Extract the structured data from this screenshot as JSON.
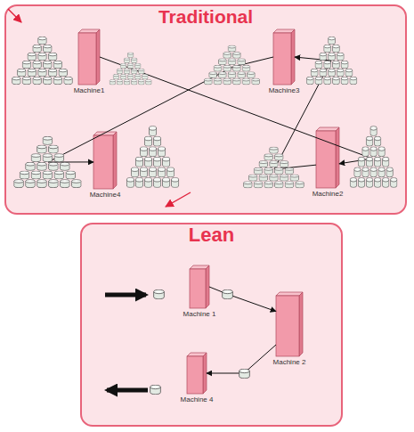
{
  "diagram": {
    "nodes": [
      {
        "text": [
          "Traditional"
        ]
      },
      {
        "text": [
          "Machine1"
        ],
        "in": 0
      },
      {
        "text": [
          "Machine3"
        ],
        "in": 0
      },
      {
        "text": [
          "Machine4"
        ],
        "in": 0
      },
      {
        "text": [
          "Machine2"
        ],
        "in": 0
      },
      {
        "text": [
          "Lean"
        ]
      },
      {
        "text": [
          "Machine 1"
        ],
        "in": 5
      },
      {
        "text": [
          "Machine 2"
        ],
        "in": 5
      },
      {
        "text": [
          "Machine 4"
        ],
        "in": 5
      }
    ],
    "edges": [
      {
        "from": 1,
        "to": 4,
        "arrow": "to"
      },
      {
        "from": 4,
        "to": 2,
        "arrow": "to"
      },
      {
        "from": 2,
        "to": 3,
        "arrow": "to"
      },
      {
        "from": 6,
        "to": 7,
        "arrow": "to"
      },
      {
        "from": 7,
        "to": 8,
        "arrow": "to"
      }
    ]
  }
}
